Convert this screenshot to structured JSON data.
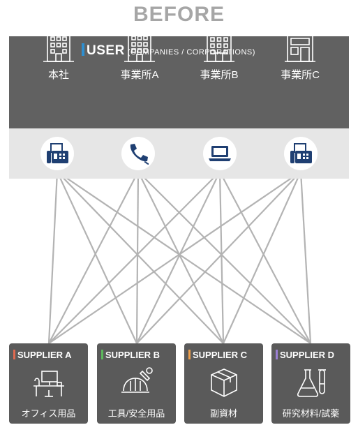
{
  "title": "BEFORE",
  "user": {
    "heading": "USER",
    "subheading": "(COMPANIES / CORPORATIONS)",
    "accent_color": "#2e8fd0",
    "sites": [
      {
        "label": "本社",
        "icon": "office-building-icon"
      },
      {
        "label": "事業所A",
        "icon": "office-building-icon"
      },
      {
        "label": "事業所B",
        "icon": "office-building-icon"
      },
      {
        "label": "事業所C",
        "icon": "store-building-icon"
      }
    ]
  },
  "channels": [
    {
      "icon": "fax-icon"
    },
    {
      "icon": "phone-icon"
    },
    {
      "icon": "laptop-icon"
    },
    {
      "icon": "fax-icon"
    }
  ],
  "suppliers": [
    {
      "name": "SUPPLIER A",
      "label": "オフィス用品",
      "color": "#e0694f",
      "icon": "office-desk-icon"
    },
    {
      "name": "SUPPLIER B",
      "label": "工具/安全用品",
      "color": "#5cb85c",
      "icon": "hardhat-wrench-icon"
    },
    {
      "name": "SUPPLIER C",
      "label": "副資材",
      "color": "#f0a04b",
      "icon": "box-icon"
    },
    {
      "name": "SUPPLIER D",
      "label": "研究材料/試薬",
      "color": "#9b7fd4",
      "icon": "flask-icon"
    }
  ],
  "colors": {
    "panel": "#616161",
    "device_band": "#e6e6e6",
    "connection_lines": "#b3b3b3",
    "device_icon": "#1f3f72"
  }
}
